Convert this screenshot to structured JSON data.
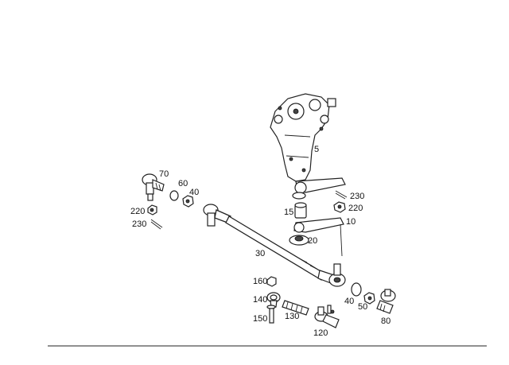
{
  "diagram": {
    "labels": {
      "l5": "5",
      "l10": "10",
      "l15": "15",
      "l20": "20",
      "l30": "30",
      "l40a": "40",
      "l40b": "40",
      "l50": "50",
      "l60": "60",
      "l70": "70",
      "l80": "80",
      "l120": "120",
      "l130": "130",
      "l140": "140",
      "l150": "150",
      "l160": "160",
      "l220a": "220",
      "l220b": "220",
      "l230a": "230",
      "l230b": "230"
    }
  }
}
